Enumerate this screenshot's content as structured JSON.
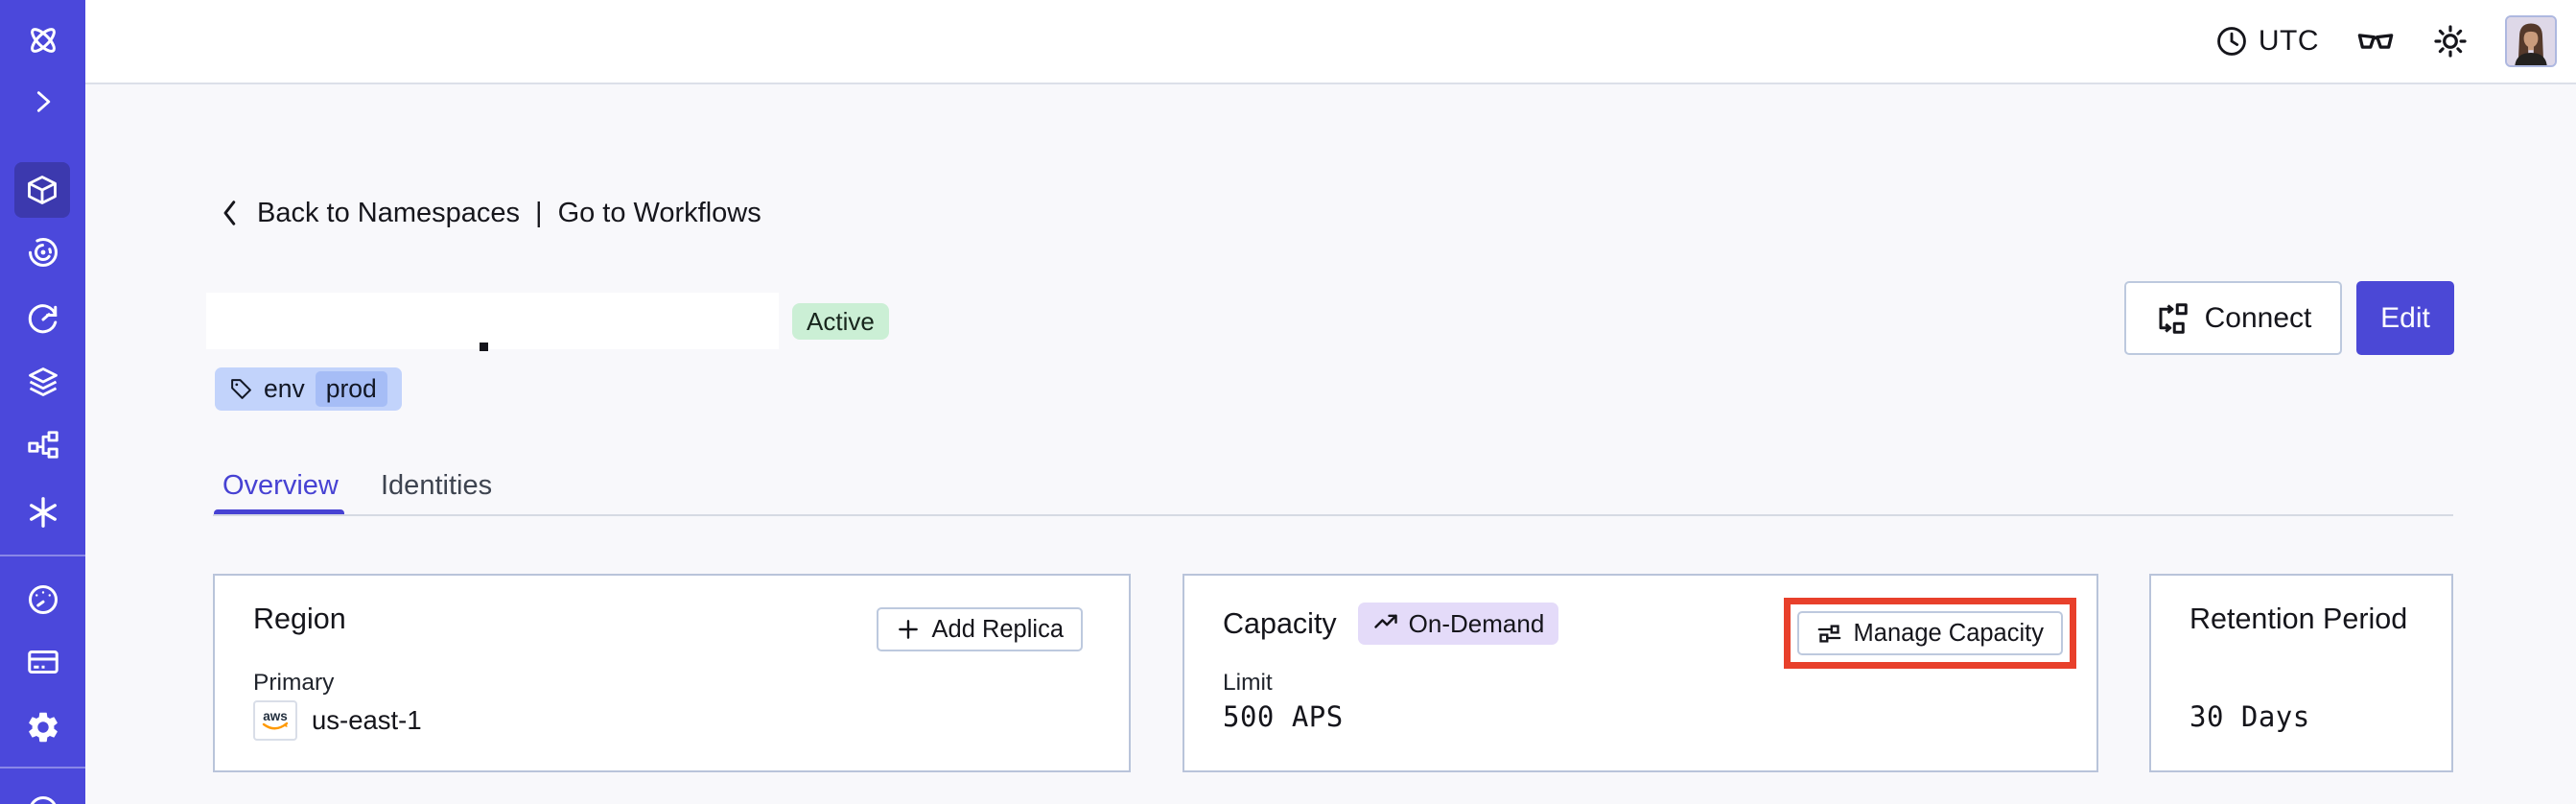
{
  "topbar": {
    "timezone": "UTC"
  },
  "breadcrumb": {
    "back_label": "Back to Namespaces",
    "separator": "|",
    "forward_label": "Go to Workflows"
  },
  "namespace": {
    "status": "Active",
    "tag_key": "env",
    "tag_value": "prod",
    "connect_label": "Connect",
    "edit_label": "Edit"
  },
  "tabs": {
    "overview": "Overview",
    "identities": "Identities"
  },
  "cards": {
    "region": {
      "title": "Region",
      "add_replica_label": "Add Replica",
      "label": "Primary",
      "provider": "aws",
      "value": "us-east-1"
    },
    "capacity": {
      "title": "Capacity",
      "badge": "On-Demand",
      "manage_label": "Manage Capacity",
      "label": "Limit",
      "value": "500 APS"
    },
    "retention": {
      "title": "Retention Period",
      "value": "30 Days"
    }
  },
  "colors": {
    "sidebar": "#4B48DB",
    "sidebar_active": "#3C39AE",
    "accent": "#4B48D6",
    "tab_accent": "#4742D3",
    "status_active_bg": "#CBEFD5",
    "tag_bg": "#C2D3FB",
    "tag_value_bg": "#A6BDF6",
    "ondemand_bg": "#E4DBF9",
    "highlight_red": "#E8402B",
    "card_border": "#B9C4DA",
    "aws_navy": "#232F3E",
    "aws_orange": "#FF9900",
    "page_bg": "#F8F8FB"
  }
}
